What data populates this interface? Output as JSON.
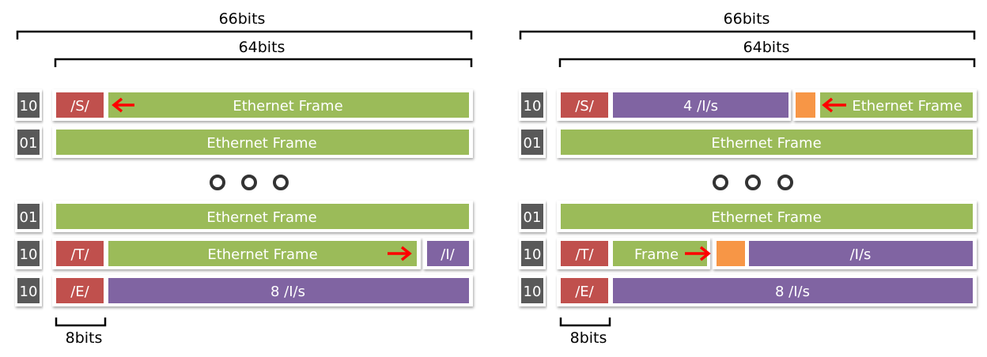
{
  "colors": {
    "green": "#9BBB59",
    "red": "#C0504D",
    "purple": "#8064A2",
    "orange": "#F79646",
    "sync": "#595959",
    "arrow": "#FF0000",
    "bracket": "#000000"
  },
  "icons": [
    "right-arrow-icon",
    "left-arrow-icon",
    "ellipsis-dot-icon"
  ],
  "left": {
    "total_bits": "66bits",
    "payload_bits": "64bits",
    "byte_bits": "8bits",
    "rows": [
      {
        "sync": "10",
        "segments": [
          {
            "label": "/S/",
            "color": "red"
          },
          {
            "label": "Ethernet Frame",
            "color": "green"
          }
        ]
      },
      {
        "sync": "01",
        "segments": [
          {
            "label": "Ethernet Frame",
            "color": "green"
          }
        ]
      },
      {
        "sync": "01",
        "segments": [
          {
            "label": "Ethernet Frame",
            "color": "green"
          }
        ]
      },
      {
        "sync": "10",
        "segments": [
          {
            "label": "/T/",
            "color": "red"
          },
          {
            "label": "Ethernet Frame",
            "color": "green"
          },
          {
            "label": "/I/",
            "color": "purple"
          }
        ]
      },
      {
        "sync": "10",
        "segments": [
          {
            "label": "/E/",
            "color": "red"
          },
          {
            "label": "8 /I/s",
            "color": "purple"
          }
        ]
      }
    ]
  },
  "right": {
    "total_bits": "66bits",
    "payload_bits": "64bits",
    "byte_bits": "8bits",
    "rows": [
      {
        "sync": "10",
        "segments": [
          {
            "label": "/S/",
            "color": "red"
          },
          {
            "label": "4 /I/s",
            "color": "purple"
          },
          {
            "label": "",
            "color": "orange"
          },
          {
            "label": "Ethernet Frame",
            "color": "green"
          }
        ]
      },
      {
        "sync": "01",
        "segments": [
          {
            "label": "Ethernet Frame",
            "color": "green"
          }
        ]
      },
      {
        "sync": "01",
        "segments": [
          {
            "label": "Ethernet Frame",
            "color": "green"
          }
        ]
      },
      {
        "sync": "10",
        "segments": [
          {
            "label": "/T/",
            "color": "red"
          },
          {
            "label": "Frame",
            "color": "green"
          },
          {
            "label": "",
            "color": "orange"
          },
          {
            "label": "/I/s",
            "color": "purple"
          }
        ]
      },
      {
        "sync": "10",
        "segments": [
          {
            "label": "/E/",
            "color": "red"
          },
          {
            "label": "8 /I/s",
            "color": "purple"
          }
        ]
      }
    ]
  }
}
